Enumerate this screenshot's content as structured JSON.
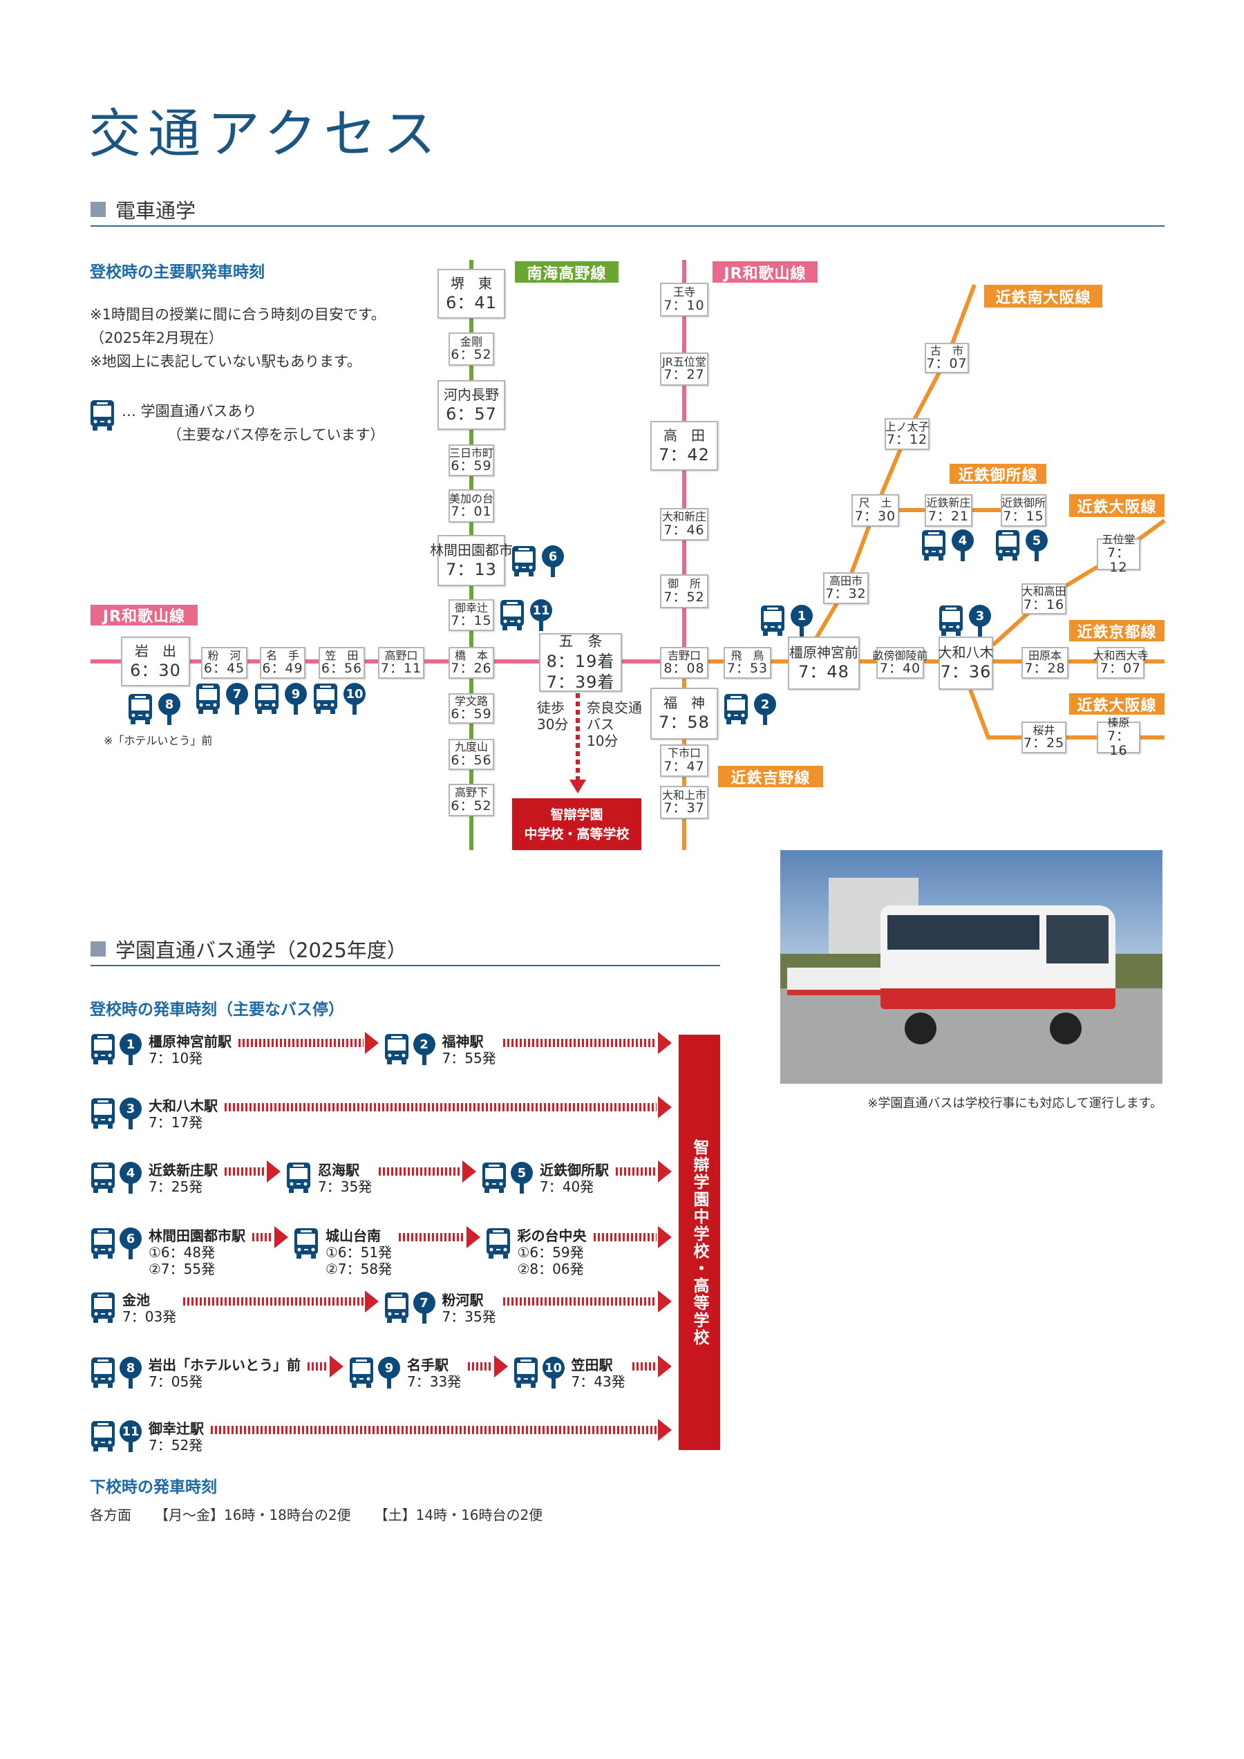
{
  "page": {
    "title": "交通アクセス"
  },
  "train": {
    "heading": "電車通学",
    "subheading": "登校時の主要駅発車時刻",
    "notes": [
      "※1時間目の授業に間に合う時刻の目安です。",
      "（2025年2月現在）",
      "※地図上に表記していない駅もあります。"
    ],
    "legend": {
      "icon": "bus-icon",
      "text1": "… 学園直通バスあり",
      "text2": "（主要なバス停を示しています）"
    }
  },
  "map": {
    "lines": {
      "nankai": "南海高野線",
      "jr_top": "JR和歌山線",
      "jr_left": "JR和歌山線",
      "minami_osaka": "近鉄南大阪線",
      "gose": "近鉄御所線",
      "osaka_upper": "近鉄大阪線",
      "kyoto": "近鉄京都線",
      "osaka_lower": "近鉄大阪線",
      "yoshino": "近鉄吉野線"
    },
    "stations": [
      {
        "name": "堺　東",
        "time": "6：41"
      },
      {
        "name": "金剛",
        "time": "6：52"
      },
      {
        "name": "河内長野",
        "time": "6：57"
      },
      {
        "name": "三日市町",
        "time": "6：59"
      },
      {
        "name": "美加の台",
        "time": "7：01"
      },
      {
        "name": "林間田園都市",
        "time": "7：13"
      },
      {
        "name": "御幸辻",
        "time": "7：15"
      },
      {
        "name": "橋　本",
        "time": "7：26"
      },
      {
        "name": "学文路",
        "time": "6：59"
      },
      {
        "name": "九度山",
        "time": "6：56"
      },
      {
        "name": "高野下",
        "time": "6：52"
      },
      {
        "name": "岩　出",
        "time": "6：30"
      },
      {
        "name": "粉　河",
        "time": "6：45"
      },
      {
        "name": "名　手",
        "time": "6：49"
      },
      {
        "name": "笠　田",
        "time": "6：56"
      },
      {
        "name": "高野口",
        "time": "7：11"
      },
      {
        "name": "王寺",
        "time": "7：10"
      },
      {
        "name": "JR五位堂",
        "time": "7：27"
      },
      {
        "name": "高　田",
        "time": "7：42"
      },
      {
        "name": "大和新庄",
        "time": "7：46"
      },
      {
        "name": "御　所",
        "time": "7：52"
      },
      {
        "name": "吉野口",
        "time": "8：08"
      },
      {
        "name": "福　神",
        "time": "7：58"
      },
      {
        "name": "下市口",
        "time": "7：47"
      },
      {
        "name": "大和上市",
        "time": "7：37"
      },
      {
        "name": "飛　鳥",
        "time": "7：53"
      },
      {
        "name": "橿原神宮前",
        "time": "7：48"
      },
      {
        "name": "畝傍御陵前",
        "time": "7：40"
      },
      {
        "name": "大和八木",
        "time": "7：36"
      },
      {
        "name": "田原本",
        "time": "7：28"
      },
      {
        "name": "大和西大寺",
        "time": "7：07"
      },
      {
        "name": "高田市",
        "time": "7：32"
      },
      {
        "name": "尺　土",
        "time": "7：30"
      },
      {
        "name": "上ノ太子",
        "time": "7：12"
      },
      {
        "name": "古　市",
        "time": "7：07"
      },
      {
        "name": "近鉄新庄",
        "time": "7：21"
      },
      {
        "name": "近鉄御所",
        "time": "7：15"
      },
      {
        "name": "大和高田",
        "time": "7：16"
      },
      {
        "name": "五位堂",
        "time": "7：12"
      },
      {
        "name": "桜井",
        "time": "7：25"
      },
      {
        "name": "榛原",
        "time": "7：16"
      }
    ],
    "gojo": {
      "name": "五　条",
      "arrival1": "8：19着",
      "arrival2": "7：39着"
    },
    "walk": {
      "label": "徒歩",
      "time": "30分"
    },
    "bus_route": {
      "line1": "奈良交通",
      "line2": "バス",
      "time": "10分"
    },
    "school": {
      "line1": "智辯学園",
      "line2": "中学校・高等学校"
    },
    "bus_markers": [
      "1",
      "2",
      "3",
      "4",
      "5",
      "6",
      "7",
      "8",
      "9",
      "10",
      "11"
    ],
    "hotel_note": "※「ホテルいとう」前"
  },
  "photo": {
    "caption": "※学園直通バスは学校行事にも対応して運行します。"
  },
  "bus": {
    "heading": "学園直通バス通学（2025年度）",
    "subheading": "登校時の発車時刻（主要なバス停）",
    "school_label": "智辯学園中学校・高等学校",
    "rows": [
      [
        {
          "pin": "1",
          "name": "橿原神宮前駅",
          "times": [
            "7：10発"
          ]
        },
        {
          "pin": "2",
          "name": "福神駅",
          "times": [
            "7：55発"
          ]
        }
      ],
      [
        {
          "pin": "3",
          "name": "大和八木駅",
          "times": [
            "7：17発"
          ]
        }
      ],
      [
        {
          "pin": "4",
          "name": "近鉄新庄駅",
          "times": [
            "7：25発"
          ]
        },
        {
          "pin": "",
          "name": "忍海駅",
          "times": [
            "7：35発"
          ]
        },
        {
          "pin": "5",
          "name": "近鉄御所駅",
          "times": [
            "7：40発"
          ]
        }
      ],
      [
        {
          "pin": "6",
          "name": "林間田園都市駅",
          "times": [
            "①6：48発",
            "②7：55発"
          ]
        },
        {
          "pin": "",
          "name": "城山台南",
          "times": [
            "①6：51発",
            "②7：58発"
          ]
        },
        {
          "pin": "",
          "name": "彩の台中央",
          "times": [
            "①6：59発",
            "②8：06発"
          ]
        }
      ],
      [
        {
          "pin": "",
          "name": "金池",
          "times": [
            "7：03発"
          ]
        },
        {
          "pin": "7",
          "name": "粉河駅",
          "times": [
            "7：35発"
          ]
        }
      ],
      [
        {
          "pin": "8",
          "name": "岩出「ホテルいとう」前",
          "times": [
            "7：05発"
          ]
        },
        {
          "pin": "9",
          "name": "名手駅",
          "times": [
            "7：33発"
          ]
        },
        {
          "pin": "10",
          "name": "笠田駅",
          "times": [
            "7：43発"
          ]
        }
      ],
      [
        {
          "pin": "11",
          "name": "御幸辻駅",
          "times": [
            "7：52発"
          ]
        }
      ]
    ],
    "return": {
      "heading": "下校時の発車時刻",
      "label": "各方面",
      "weekday": "【月～金】16時・18時台の2便",
      "saturday": "【土】14時・16時台の2便"
    }
  },
  "colors": {
    "navy": "#0d4a7a",
    "title": "#1b5581",
    "green": "#6aa632",
    "pink": "#e8698a",
    "orange": "#f0922b",
    "red": "#c8161e"
  }
}
